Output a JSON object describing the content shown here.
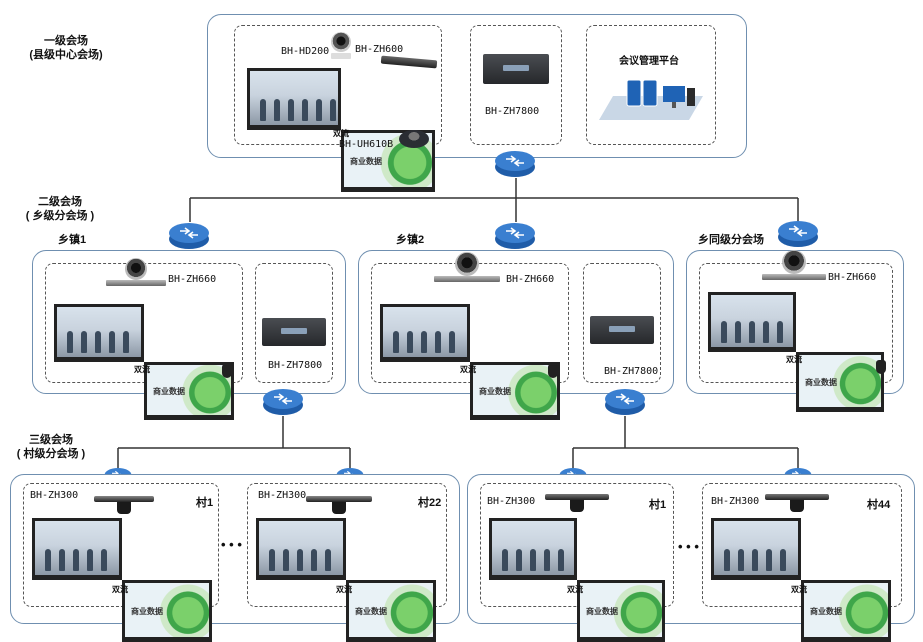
{
  "tiers": {
    "level1": {
      "name": "一级会场",
      "sub": "(县级中心会场)"
    },
    "level2": {
      "name": "二级会场",
      "sub": "( 乡级分会场 )"
    },
    "level3": {
      "name": "三级会场",
      "sub": "( 村级分会场 )"
    }
  },
  "central": {
    "devices": {
      "hd200": "BH-HD200",
      "zh600": "BH-ZH600",
      "uh610b": "BH-UH610B",
      "zh7800": "BH-ZH7800"
    },
    "platform": "会议管理平台",
    "dual_stream": "双流"
  },
  "towns": [
    {
      "name": "乡镇1",
      "camera": "BH-ZH660",
      "mcu": "BH-ZH7800",
      "dual_stream": "双流"
    },
    {
      "name": "乡镇2",
      "camera": "BH-ZH660",
      "mcu": "BH-ZH7800",
      "dual_stream": "双流"
    },
    {
      "name": "乡同级分会场",
      "camera": "BH-ZH660",
      "dual_stream": "双流"
    }
  ],
  "villages": [
    {
      "name": "村1",
      "device": "BH-ZH300",
      "dual_stream": "双流"
    },
    {
      "name": "村22",
      "device": "BH-ZH300",
      "dual_stream": "双流"
    },
    {
      "name": "村1",
      "device": "BH-ZH300",
      "dual_stream": "双流"
    },
    {
      "name": "村44",
      "device": "BH-ZH300",
      "dual_stream": "双流"
    }
  ],
  "ellipsis": "• • •",
  "screen_text": "商业数据",
  "colors": {
    "router": "#2e6fbf",
    "border": "#6f8fb0",
    "line": "#333333"
  }
}
